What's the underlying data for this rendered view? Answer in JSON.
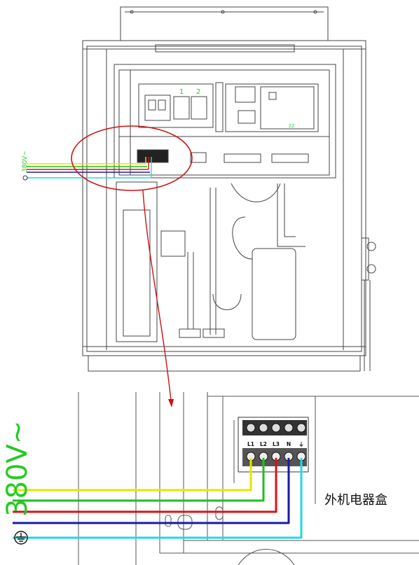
{
  "top_view": {
    "voltage_label": "380V~",
    "relay_numbers": [
      "1",
      "2"
    ],
    "board_marker": "ZZ"
  },
  "detail_view": {
    "voltage_label": "380V~",
    "terminal_labels": [
      "L1",
      "L2",
      "L3",
      "N",
      "⏚"
    ],
    "caption": "外机电器盒"
  },
  "wire_colors": {
    "L1": "#e6e600",
    "L2": "#1fbf1f",
    "L3": "#dd1111",
    "N": "#1a1aa8",
    "PE": "#22d8e6",
    "callout": "#cc1111",
    "voltage_text": "#22cc22"
  }
}
